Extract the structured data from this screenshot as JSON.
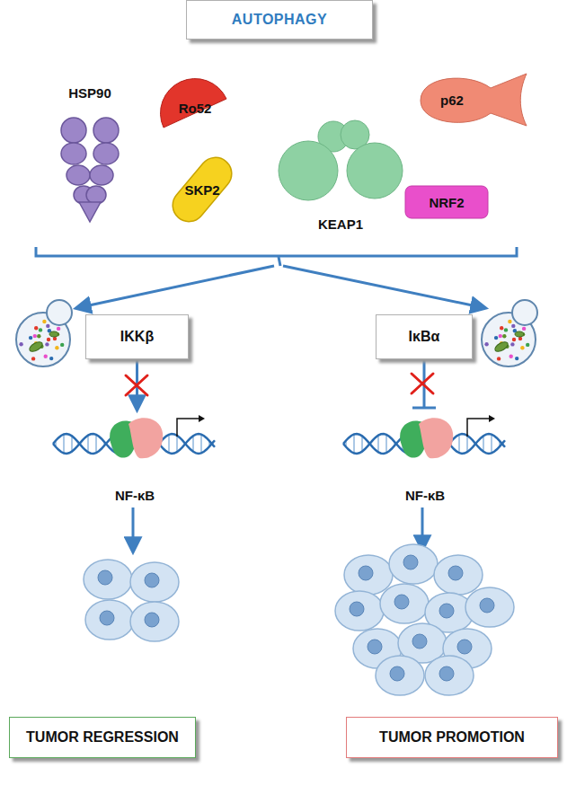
{
  "diagram": {
    "title": "AUTOPHAGY",
    "nodes": [
      {
        "text": [
          "AUTOPHAGY"
        ]
      },
      {
        "text": [
          "HSP90"
        ]
      },
      {
        "text": [
          "Ro52"
        ]
      },
      {
        "text": [
          "SKP2"
        ]
      },
      {
        "text": [
          "KEAP1"
        ]
      },
      {
        "text": [
          "p62"
        ]
      },
      {
        "text": [
          "NRF2"
        ]
      },
      {
        "text": [
          "IKKβ"
        ]
      },
      {
        "text": [
          "IκBα"
        ]
      },
      {
        "text": [
          "NF-κB"
        ]
      },
      {
        "text": [
          "NF-κB"
        ]
      },
      {
        "text": [
          "TUMOR REGRESSION"
        ]
      },
      {
        "text": [
          "TUMOR PROMOTION"
        ]
      }
    ],
    "edges": [
      {
        "from": 7,
        "to": 9,
        "arrow": "to"
      },
      {
        "from": 8,
        "to": 10,
        "arrow": "to"
      }
    ]
  }
}
